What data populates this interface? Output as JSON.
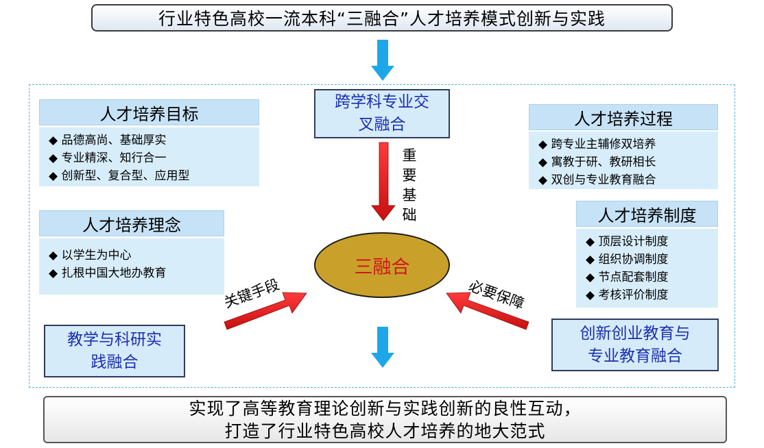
{
  "title": "行业特色高校一流本科“三融合”人才培养模式创新与实践",
  "center": "三融合",
  "top_box": [
    "跨学科专业交",
    "叉融合"
  ],
  "top_arrow_label": "重要基础",
  "left_arrow_label": "关键手段",
  "right_arrow_label": "必要保障",
  "bottom_left_box": [
    "教学与科研实",
    "践融合"
  ],
  "bottom_right_box": [
    "创新创业教育与",
    "专业教育融合"
  ],
  "goal": {
    "header": "人才培养目标",
    "items": [
      "◆ 品德高尚、基础厚实",
      "◆ 专业精深、知行合一",
      "◆ 创新型、复合型、应用型"
    ]
  },
  "concept": {
    "header": "人才培养理念",
    "items": [
      "◆ 以学生为中心",
      "◆ 扎根中国大地办教育"
    ]
  },
  "process": {
    "header": "人才培养过程",
    "items": [
      "◆ 跨专业主辅修双培养",
      "◆ 寓教于研、教研相长",
      "◆ 双创与专业教育融合"
    ]
  },
  "system": {
    "header": "人才培养制度",
    "items": [
      "◆ 顶层设计制度",
      "◆ 组织协调制度",
      "◆ 节点配套制度",
      "◆ 考核评价制度"
    ]
  },
  "conclusion": [
    "实现了高等教育理论创新与实践创新的良性互动，",
    "打造了行业特色高校人才培养的地大范式"
  ],
  "colors": {
    "arrow_red": "#e41b1b",
    "arrow_blue": "#1ea7e8",
    "ellipse_fill": "#c9a12a",
    "center_text": "#d0161b",
    "box_text": "#1a2fb0"
  }
}
